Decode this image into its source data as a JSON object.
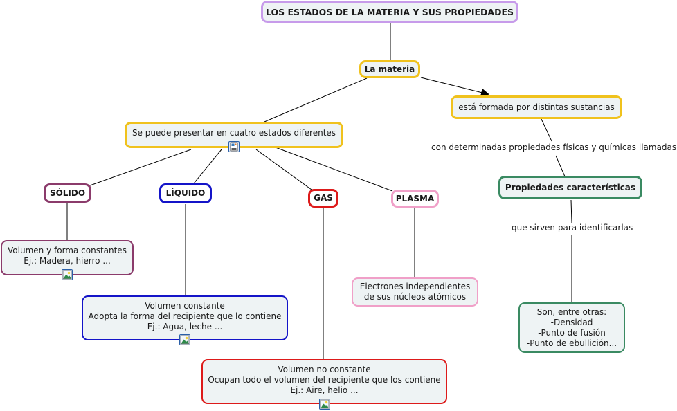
{
  "title": "LOS ESTADOS DE LA MATERIA Y SUS PROPIEDADES",
  "colors": {
    "title_border": "#c79bea",
    "concept_border": "#f0c21d",
    "solid_border": "#8b3b6b",
    "liquid_border": "#1414c8",
    "gas_border": "#dd1a1a",
    "plasma_border": "#f0a0c8",
    "property_border": "#3a8a62",
    "node_fill": "#eef3f4",
    "line": "#000000"
  },
  "nodes": {
    "root": "La materia",
    "states_intro": "Se puede presentar en cuatro estados diferentes",
    "composition": "está formada por distintas sustancias",
    "properties": "Propiedades características",
    "solid": "SÓLIDO",
    "liquid": "LÍQUIDO",
    "gas": "GAS",
    "plasma": "PLASMA",
    "solid_desc": [
      "Volumen y forma constantes",
      "Ej.: Madera, hierro ..."
    ],
    "liquid_desc": [
      "Volumen constante",
      "Adopta la forma del recipiente que lo contiene",
      "Ej.: Agua, leche ..."
    ],
    "gas_desc": [
      "Volumen no constante",
      "Ocupan todo el volumen del recipiente que los contiene",
      "Ej.: Aire, helio ..."
    ],
    "plasma_desc": [
      "Electrones independientes",
      "de sus núcleos atómicos"
    ],
    "properties_desc": [
      "Son, entre otras:",
      "-Densidad",
      "-Punto de fusión",
      "-Punto de ebullición..."
    ]
  },
  "link_labels": {
    "composition_to_properties": "con determinadas propiedades físicas y químicas llamadas",
    "properties_to_examples": "que sirven para identificarlas"
  },
  "icons": {
    "states_intro": "document-icon",
    "solid_desc": "image-icon",
    "liquid_desc": "image-icon",
    "gas_desc": "image-icon"
  }
}
